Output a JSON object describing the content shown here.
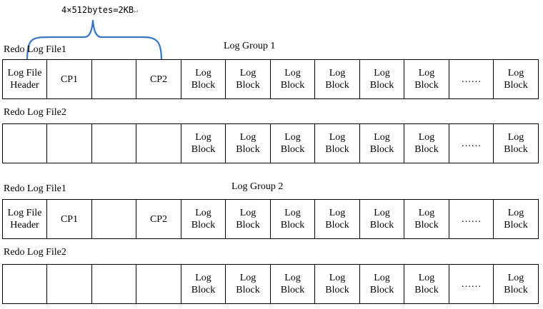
{
  "annotation": {
    "text": "4×512bytes=2KB",
    "mark": "↵"
  },
  "groups": [
    {
      "title": "Log Group 1",
      "files": [
        {
          "label": "Redo Log File1",
          "cells": [
            "Log File|Header",
            "CP1",
            "",
            "CP2",
            "Log|Block",
            "Log|Block",
            "Log|Block",
            "Log|Block",
            "Log|Block",
            "Log|Block",
            "……",
            "Log|Block"
          ]
        },
        {
          "label": "Redo Log File2",
          "cells": [
            "",
            "",
            "",
            "",
            "Log|Block",
            "Log|Block",
            "Log|Block",
            "Log|Block",
            "Log|Block",
            "Log|Block",
            "……",
            "Log|Block"
          ]
        }
      ]
    },
    {
      "title": "Log Group 2",
      "files": [
        {
          "label": "Redo Log File1",
          "cells": [
            "Log File|Header",
            "CP1",
            "",
            "CP2",
            "Log|Block",
            "Log|Block",
            "Log|Block",
            "Log|Block",
            "Log|Block",
            "Log|Block",
            "……",
            "Log|Block"
          ]
        },
        {
          "label": "Redo Log File2",
          "cells": [
            "",
            "",
            "",
            "",
            "Log|Block",
            "Log|Block",
            "Log|Block",
            "Log|Block",
            "Log|Block",
            "Log|Block",
            "……",
            "Log|Block"
          ]
        }
      ]
    }
  ],
  "colors": {
    "brace": "#3a78c4",
    "border": "#000000"
  }
}
